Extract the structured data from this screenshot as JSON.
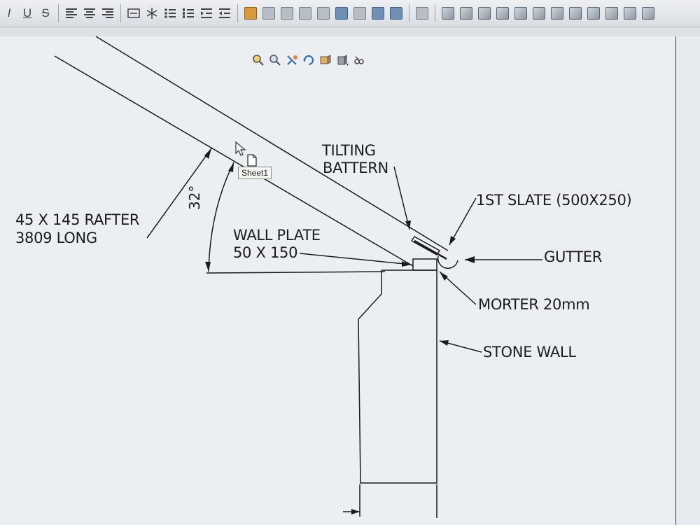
{
  "toolbar": {
    "format_buttons": [
      "I",
      "U",
      "S"
    ],
    "format_icons": [
      "align-left-icon",
      "align-center-icon",
      "align-right-icon",
      "bullet-list-icon",
      "numbered-list-icon",
      "indent-icon",
      "outdent-icon"
    ],
    "tool_icons": [
      "note-icon",
      "table-icon",
      "datum-icon",
      "dimension-icon",
      "balloon-icon",
      "block-icon",
      "hatch-icon",
      "center-mark-icon",
      "symbol-icon"
    ],
    "view_icons": [
      "view-front-icon",
      "view-top-icon",
      "view-right-icon",
      "view-iso-icon",
      "view-section-icon",
      "view-detail-icon"
    ]
  },
  "view_toolbar": {
    "icons": [
      "zoom-fit-icon",
      "zoom-area-icon",
      "pan-icon",
      "rotate-icon",
      "previous-view-icon",
      "display-style-icon",
      "hide-show-icon"
    ]
  },
  "tooltip": {
    "text": "Sheet1"
  },
  "annotations": {
    "rafter": {
      "line1": "45 X 145 RAFTER",
      "line2": "3809 LONG"
    },
    "angle": "32°",
    "wall_plate": {
      "line1": "WALL PLATE",
      "line2": "50 X 150"
    },
    "tilting_batten": {
      "line1": "TILTING",
      "line2": "BATTERN"
    },
    "first_slate": "1ST SLATE (500X250)",
    "gutter": "GUTTER",
    "mortar": "MORTER 20mm",
    "stone_wall": "STONE WALL"
  },
  "colors": {
    "line": "#1b1b1b",
    "sheet": "#eceff2",
    "toolbar": "#e3e6ea"
  }
}
